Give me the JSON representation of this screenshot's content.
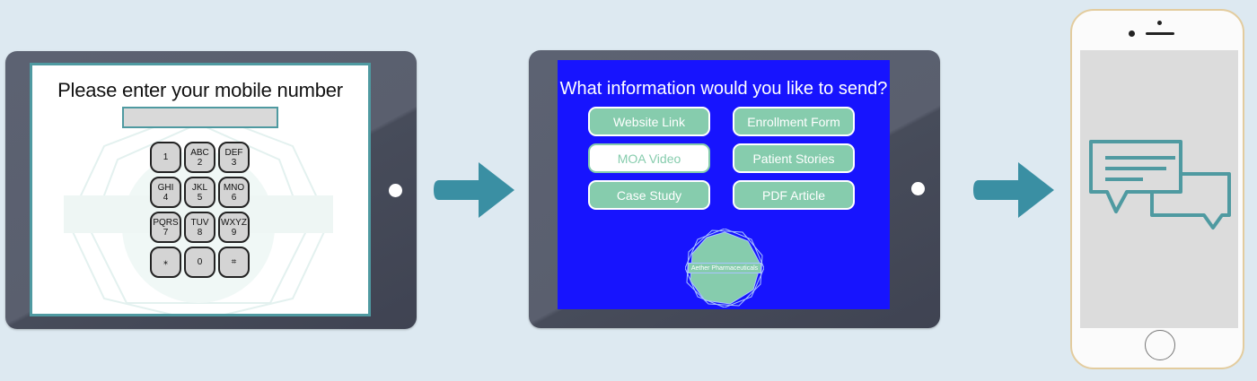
{
  "colors": {
    "background": "#dde9f1",
    "device_body": "#5a5f6e",
    "teal_accent": "#4f9aa1",
    "arrow": "#3a8fa3",
    "mint": "#86ccad",
    "blue_screen": "#1714fe",
    "phone_frame": "#e3cc9e"
  },
  "step1": {
    "prompt": "Please enter your mobile number",
    "phone_value": "",
    "keypad": [
      {
        "digit": "1",
        "letters": ""
      },
      {
        "digit": "2",
        "letters": "ABC"
      },
      {
        "digit": "3",
        "letters": "DEF"
      },
      {
        "digit": "4",
        "letters": "GHI"
      },
      {
        "digit": "5",
        "letters": "JKL"
      },
      {
        "digit": "6",
        "letters": "MNO"
      },
      {
        "digit": "7",
        "letters": "PQRS"
      },
      {
        "digit": "8",
        "letters": "TUV"
      },
      {
        "digit": "9",
        "letters": "WXYZ"
      },
      {
        "digit": "⁎",
        "letters": ""
      },
      {
        "digit": "0",
        "letters": ""
      },
      {
        "digit": "⌗",
        "letters": ""
      }
    ]
  },
  "step2": {
    "question": "What information would you like to send?",
    "options": [
      {
        "label": "Website Link",
        "selected": false
      },
      {
        "label": "Enrollment Form",
        "selected": false
      },
      {
        "label": "MOA Video",
        "selected": true
      },
      {
        "label": "Patient Stories",
        "selected": false
      },
      {
        "label": "Case Study",
        "selected": false
      },
      {
        "label": "PDF Article",
        "selected": false
      }
    ],
    "logo_text": "Aether Pharmaceuticals"
  },
  "step3": {
    "icon": "chat-bubbles-icon"
  },
  "icons": [
    "arrow-right-icon",
    "chat-bubbles-icon",
    "octagon-logo-icon"
  ]
}
